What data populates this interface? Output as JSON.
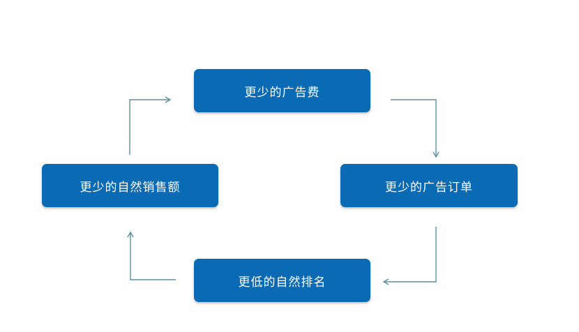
{
  "colors": {
    "node_fill": "#0a6ab4",
    "arrow": "#5d8e9a"
  },
  "nodes": {
    "top": "更少的广告费",
    "right": "更少的广告订单",
    "bottom": "更低的自然排名",
    "left": "更少的自然销售额"
  }
}
